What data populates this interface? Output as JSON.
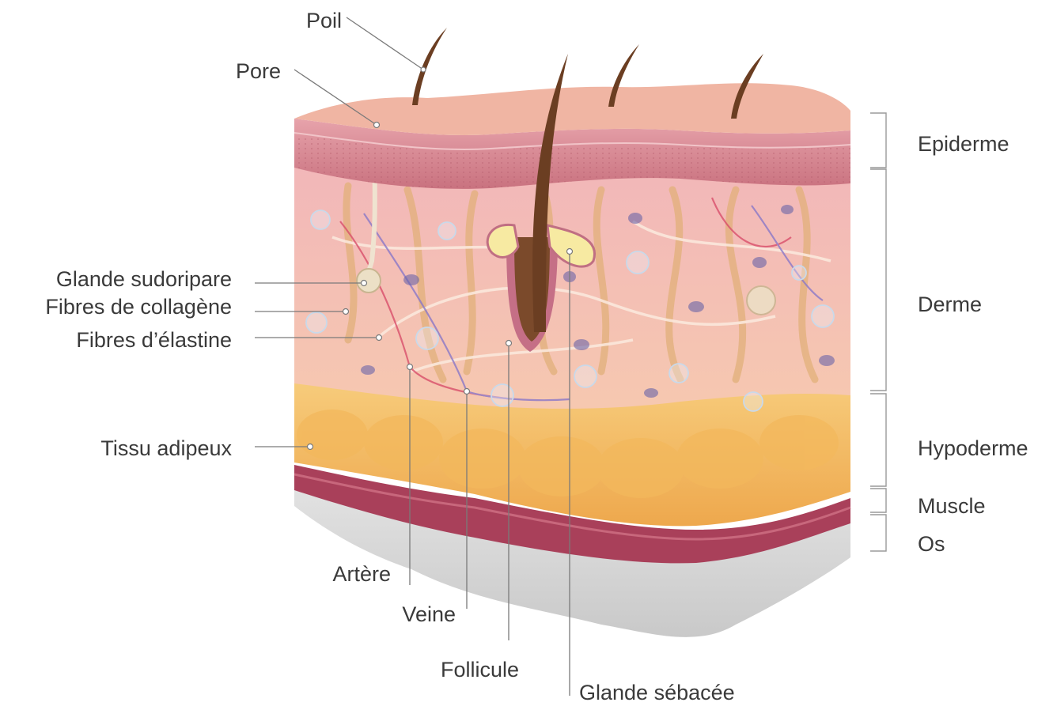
{
  "labels": {
    "poil": "Poil",
    "pore": "Pore",
    "glande_sudoripare": "Glande sudoripare",
    "fibres_collagene": "Fibres de collagène",
    "fibres_elastine": "Fibres d’élastine",
    "tissu_adipeux": "Tissu adipeux",
    "artere": "Artère",
    "veine": "Veine",
    "follicule": "Follicule",
    "glande_sebacee": "Glande sébacée"
  },
  "layers": {
    "epiderme": "Epiderme",
    "derme": "Derme",
    "hypoderme": "Hypoderme",
    "muscle": "Muscle",
    "os": "Os"
  },
  "colors": {
    "epidermis": "#d98f9c",
    "dermis": "#f4c0bc",
    "fat": "#f5c06a",
    "muscle": "#a83b53",
    "bone": "#d8d8d8",
    "hair": "#6b3e22",
    "text": "#3a3a3a"
  }
}
